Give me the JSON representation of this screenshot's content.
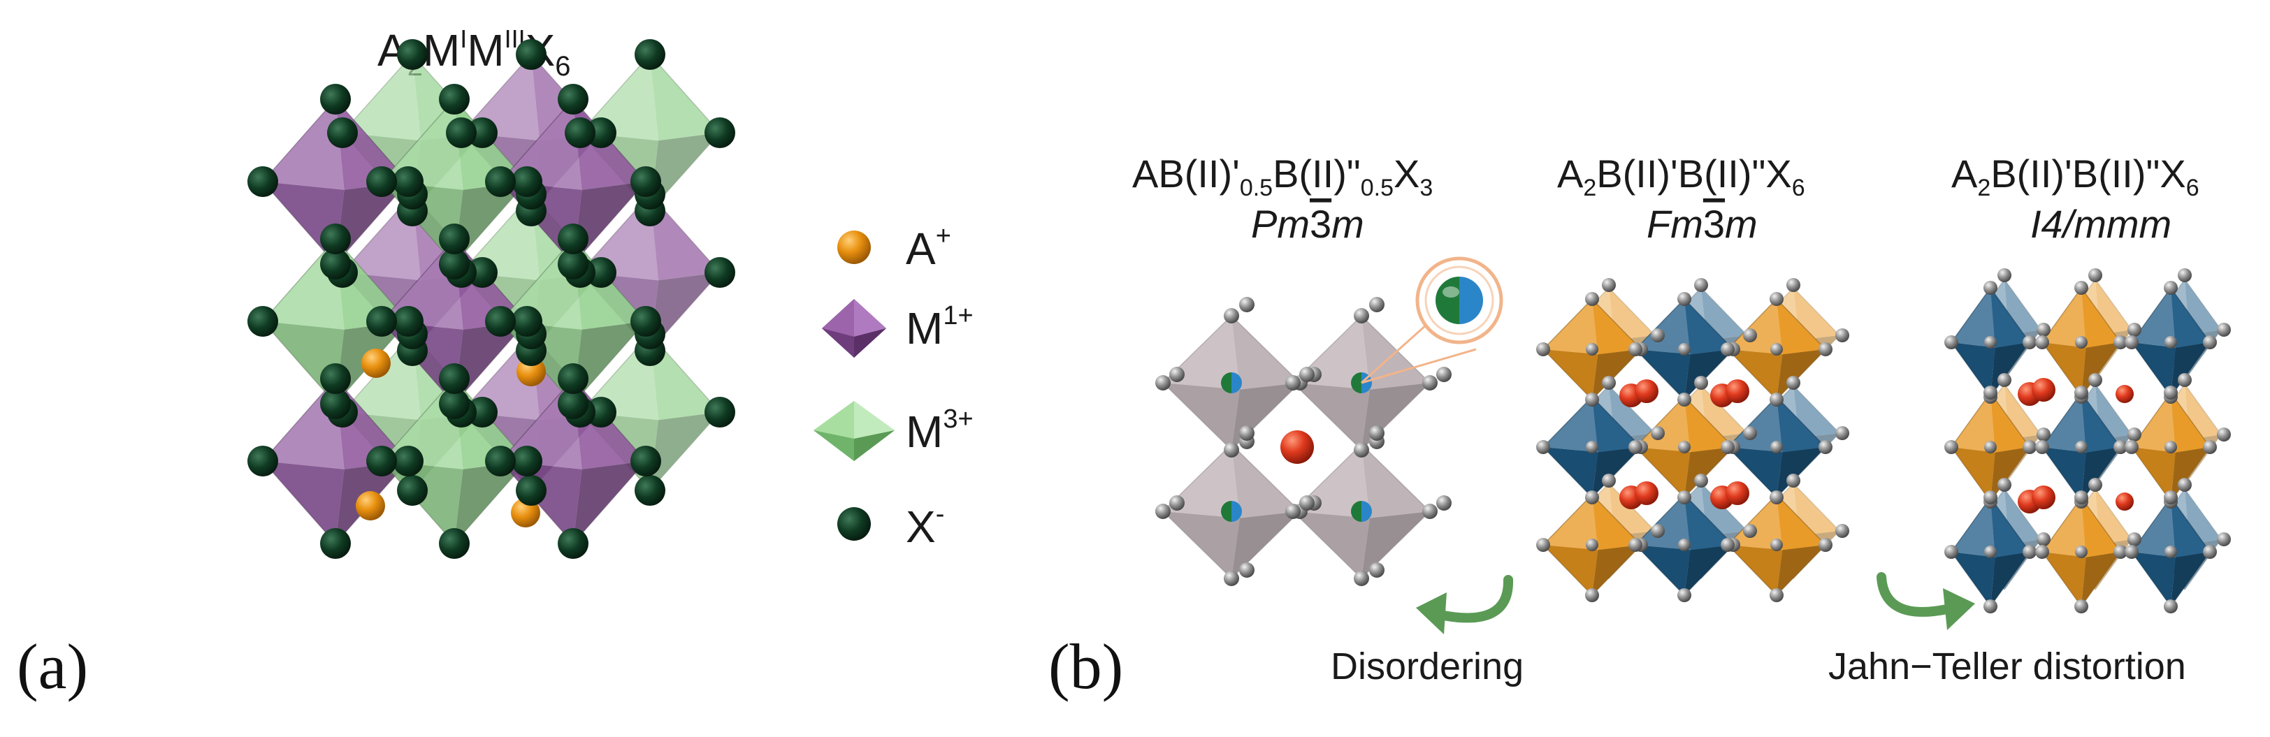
{
  "panel_a": {
    "label": "(a)",
    "formula": {
      "t1": "A",
      "s1": "2",
      "t2": "M",
      "p1": "I",
      "t3": "M",
      "p2": "III",
      "t4": "X",
      "s2": "6"
    },
    "legend": [
      {
        "name": "a-ion",
        "text": "A",
        "sup": "+",
        "color": "#e8900f"
      },
      {
        "name": "m1-ion",
        "text": "M",
        "sup": "1+",
        "color": "#8a4f99"
      },
      {
        "name": "m3-ion",
        "text": "M",
        "sup": "3+",
        "color": "#8fd08a"
      },
      {
        "name": "x-ion",
        "text": "X",
        "sup": "-",
        "color": "#0f3a22"
      }
    ]
  },
  "panel_b": {
    "label": "(b)",
    "structures": [
      {
        "formula": {
          "t1": "AB(II)'",
          "s1": "0.5",
          "t2": "B(II)\"",
          "s2": "0.5",
          "t3": "X",
          "s3": "3"
        },
        "space_group": {
          "a": "Pm",
          "b": "3",
          "c": "m"
        }
      },
      {
        "formula": {
          "t1": "A",
          "s1": "2",
          "t2": "B(II)'B(II)\"X",
          "s2": "6"
        },
        "space_group": {
          "a": "Fm",
          "b": "3",
          "c": "m"
        }
      },
      {
        "formula": {
          "t1": "A",
          "s1": "2",
          "t2": "B(II)'B(II)\"X",
          "s2": "6"
        },
        "space_group": {
          "a": "I4/mmm",
          "b": "",
          "c": ""
        }
      }
    ],
    "arrows": [
      {
        "label": "Disordering",
        "color": "#5a9a55"
      },
      {
        "label": "Jahn−Teller distortion",
        "color": "#5a9a55"
      }
    ],
    "colors": {
      "orange_oct": "#e8961e",
      "blue_oct": "#1d5a85",
      "grey_oct": "#a08f96",
      "a_cation": "#d9361e",
      "halide": "#8e8e8e"
    }
  }
}
